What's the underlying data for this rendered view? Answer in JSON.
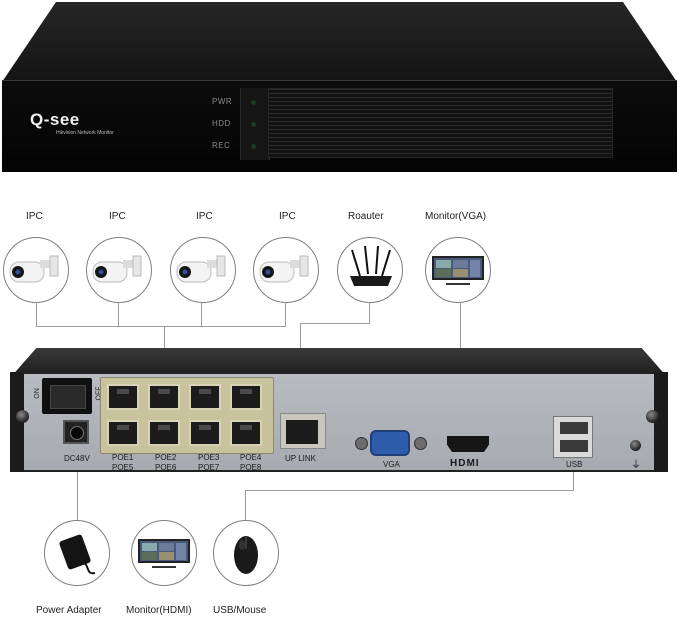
{
  "nvr_front": {
    "brand": "Q-see",
    "brand_subtitle": "Hikvision Network Monitor",
    "leds": [
      "PWR",
      "HDD",
      "REC"
    ]
  },
  "devices_top": {
    "ipc_1": "IPC",
    "ipc_2": "IPC",
    "ipc_3": "IPC",
    "ipc_4": "IPC",
    "router": "Roauter",
    "monitor_vga": "Monitor(VGA)"
  },
  "devices_bottom": {
    "power_adapter": "Power Adapter",
    "monitor_hdmi": "Monitor(HDMI)",
    "usb_mouse": "USB/Mouse"
  },
  "back_panel": {
    "on": "ON",
    "off": "OFF",
    "dc": "DC48V",
    "poe_row1": [
      "POE1",
      "POE2",
      "POE3",
      "POE4"
    ],
    "poe_row2": [
      "POE5",
      "POE6",
      "POE7",
      "POE8"
    ],
    "uplink": "UP LINK",
    "vga": "VGA",
    "hdmi": "HDMI",
    "usb": "USB",
    "ground": "⏚"
  },
  "colors": {
    "nvr_body": "#0c0c0c",
    "back_panel": "#b0b4b9",
    "connector_line": "#9c9c9c",
    "vga_port": "#2f5dab",
    "poe_block": "#c8c39c"
  },
  "icons": [
    "ip-camera-icon",
    "router-icon",
    "monitor-icon",
    "power-adapter-icon",
    "mouse-icon"
  ]
}
